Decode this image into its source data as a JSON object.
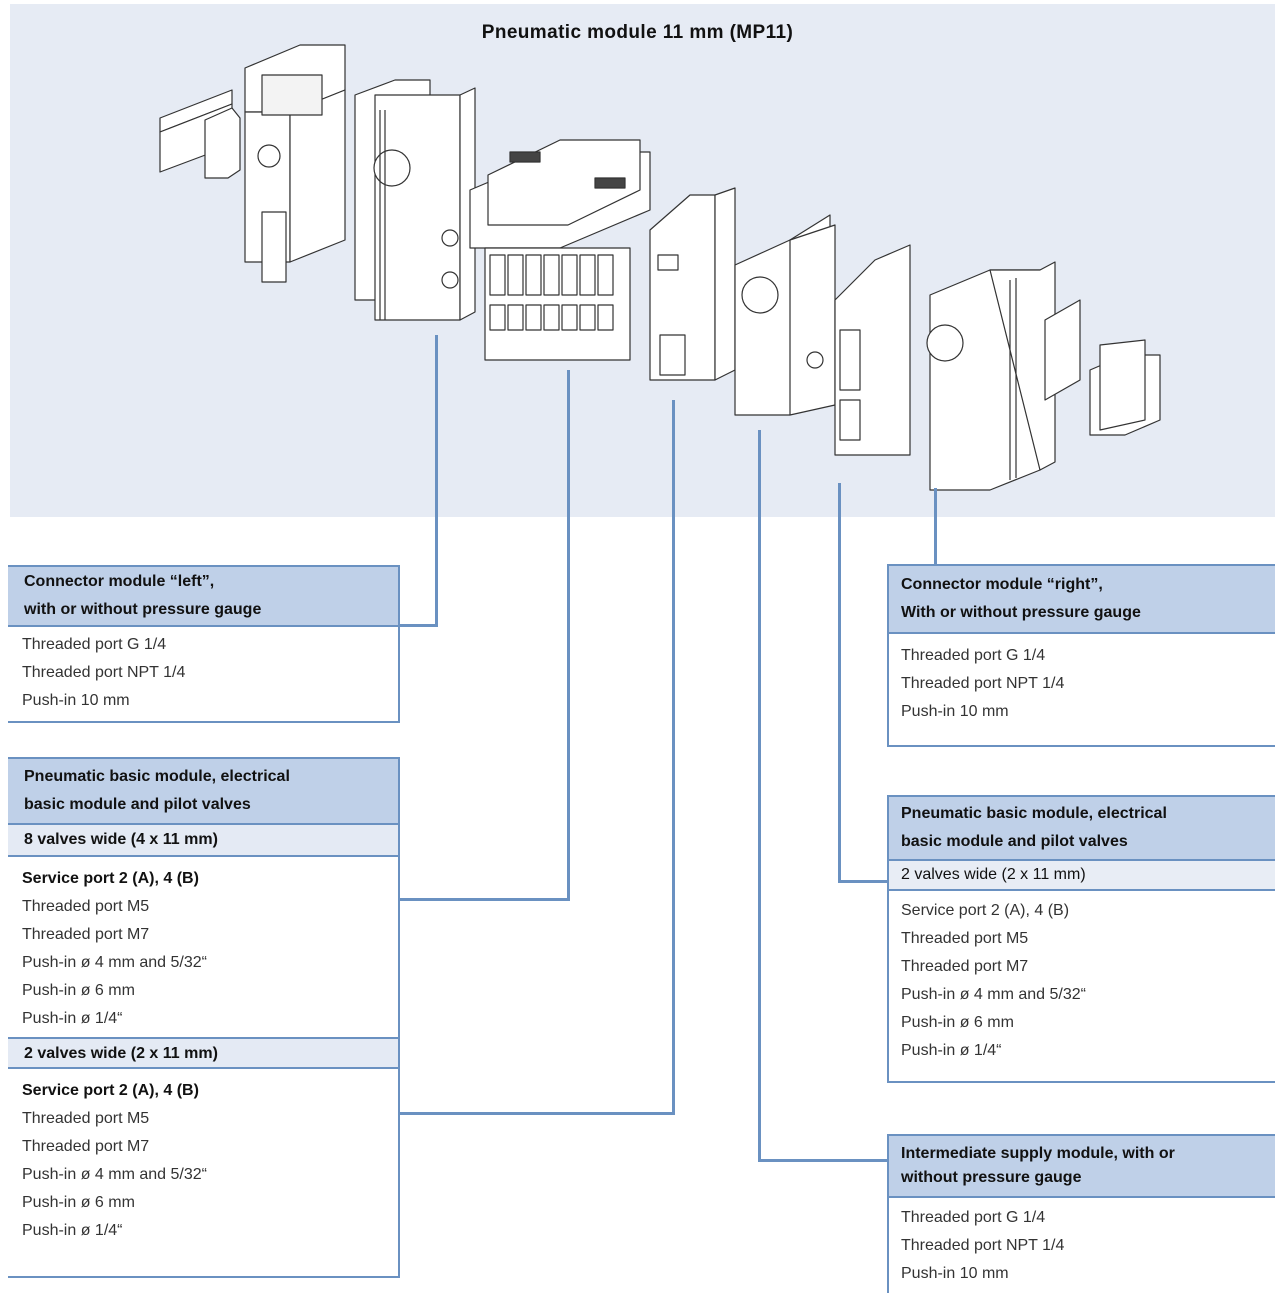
{
  "title": "Pneumatic module 11 mm (MP11)",
  "colors": {
    "banner": "#e6ebf4",
    "accent": "#6a91c1",
    "header_fill": "#bfd0e8",
    "subheader_fill": "#e4eaf4"
  },
  "left_connector": {
    "header": [
      "Connector module “left”,",
      "with or without pressure gauge"
    ],
    "items": [
      "Threaded port G 1/4",
      "Threaded port NPT 1/4",
      "Push-in 10 mm"
    ]
  },
  "left_basic": {
    "header": [
      "Pneumatic basic module, electrical",
      "basic module and pilot valves"
    ],
    "groups": [
      {
        "sub": "8 valves wide  (4 x 11 mm)",
        "lead": "Service port 2 (A), 4 (B)",
        "items": [
          "Threaded port M5",
          "Threaded port M7",
          "Push-in ø 4 mm and 5/32“",
          "Push-in ø 6 mm",
          "Push-in ø 1/4“"
        ]
      },
      {
        "sub": "2 valves wide (2 x 11 mm)",
        "lead": "Service port 2 (A), 4 (B)",
        "items": [
          "Threaded port M5",
          "Threaded port M7",
          "Push-in ø 4 mm and 5/32“",
          "Push-in ø 6 mm",
          "Push-in ø 1/4“"
        ]
      }
    ]
  },
  "right_connector": {
    "header": [
      "Connector module “right”,",
      "With or without pressure gauge"
    ],
    "items": [
      "Threaded port G 1/4",
      "Threaded port NPT 1/4",
      "Push-in 10 mm"
    ]
  },
  "right_basic": {
    "header": [
      "Pneumatic basic module, electrical",
      "basic module and pilot valves"
    ],
    "sub": "2 valves wide (2 x 11 mm)",
    "items": [
      "Service port 2 (A), 4 (B)",
      "Threaded port M5",
      "Threaded port M7",
      "Push-in ø 4 mm and 5/32“",
      "Push-in ø 6 mm",
      "Push-in ø 1/4“"
    ]
  },
  "intermediate": {
    "header": [
      "Intermediate supply module, with or",
      "without pressure gauge"
    ],
    "items": [
      "Threaded port G 1/4",
      "Threaded port NPT 1/4",
      "Push-in 10 mm"
    ]
  }
}
